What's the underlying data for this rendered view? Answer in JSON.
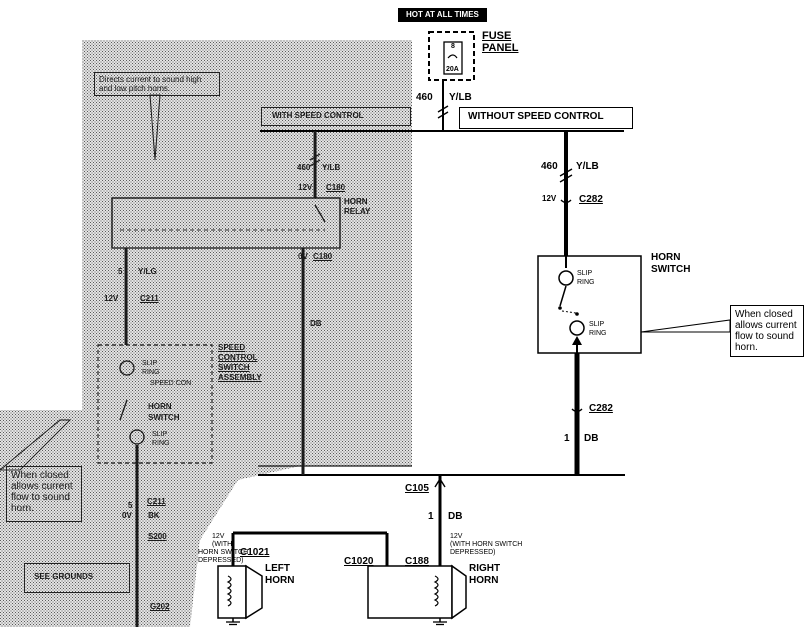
{
  "header": {
    "hot_label": "HOT AT ALL TIMES"
  },
  "fuse_panel": {
    "title_line1": "FUSE",
    "title_line2": "PANEL",
    "fuse_number": "8",
    "fuse_rating": "20A"
  },
  "wires": {
    "top_circuit": "460",
    "top_color": "Y/LB",
    "mid_circuit": "460",
    "mid_color": "Y/LB",
    "relay_circuit": "460",
    "relay_color": "Y/LB",
    "left_circuit": "5",
    "left_color": "Y/LG",
    "db_vertical": "DB",
    "bottom_circuit": "1",
    "bottom_color": "DB",
    "c105_circuit": "1",
    "c105_color": "DB",
    "lower_left_circuit": "5",
    "lower_left_color": "BK"
  },
  "sections": {
    "with_speed_control": "WITH SPEED CONTROL",
    "without_speed_control": "WITHOUT SPEED CONTROL"
  },
  "connectors": {
    "c282_top": "C282",
    "c282_bottom": "C282",
    "c105": "C105",
    "c1021": "C1021",
    "c1020": "C1020",
    "c188": "C188",
    "c180_top": "C180",
    "c180_bottom": "C180",
    "c211": "C211",
    "c211_lower": "C211",
    "s200": "S200",
    "g202": "G202"
  },
  "voltages": {
    "v12_c282": "12V",
    "v12_relay": "12V",
    "v12_left": "12V",
    "v0_left": "0V",
    "relay_small": "0V"
  },
  "horn_relay": {
    "line1": "HORN",
    "line2": "RELAY"
  },
  "horn_switch": {
    "line1": "HORN",
    "line2": "SWITCH",
    "slip_ring": "SLIP",
    "ring": "RING"
  },
  "speed_control_switch": {
    "line1": "SPEED",
    "line2": "CONTROL",
    "line3": "SWITCH",
    "line4": "ASSEMBLY",
    "slip": "SLIP",
    "ring": "RING",
    "speed_con": "SPEED CON",
    "horn": "HORN",
    "switch": "SWITCH"
  },
  "left_horn": {
    "line1": "LEFT",
    "line2": "HORN"
  },
  "right_horn": {
    "line1": "RIGHT",
    "line2": "HORN"
  },
  "left_horn_note": {
    "line1": "12V",
    "line2": "(WITH",
    "line3": "HORN SWITCH",
    "line4": "DEPRESSED)"
  },
  "right_horn_note": {
    "line1": "12V",
    "line2": "(WITH HORN SWITCH",
    "line3": "DEPRESSED)"
  },
  "callout_right": "When closed allows current flow to sound horn.",
  "callout_left": "When closed allows current flow to sound horn.",
  "callout_top": "Directs current to sound high and low pitch horns.",
  "see_grounds": "SEE GROUNDS"
}
